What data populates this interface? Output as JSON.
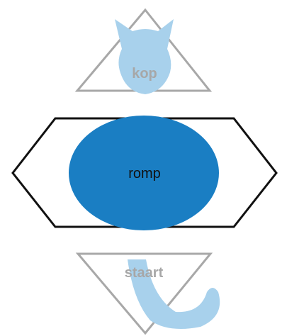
{
  "sections": {
    "head": {
      "label": "kop"
    },
    "body": {
      "label": "romp"
    },
    "tail": {
      "label": "staart"
    }
  },
  "colors": {
    "background": "#ffffff",
    "head_fill": "#a8d1ec",
    "tail_fill": "#a8d1ec",
    "body_fill": "#1a7ec3",
    "triangle_outline": "#a8a8a8",
    "hexagon_outline": "#111111",
    "muted_label": "#a7a7a7",
    "dark_label": "#111111"
  },
  "icons": {
    "head": "cat-head-icon",
    "tail": "cat-tail-icon"
  }
}
